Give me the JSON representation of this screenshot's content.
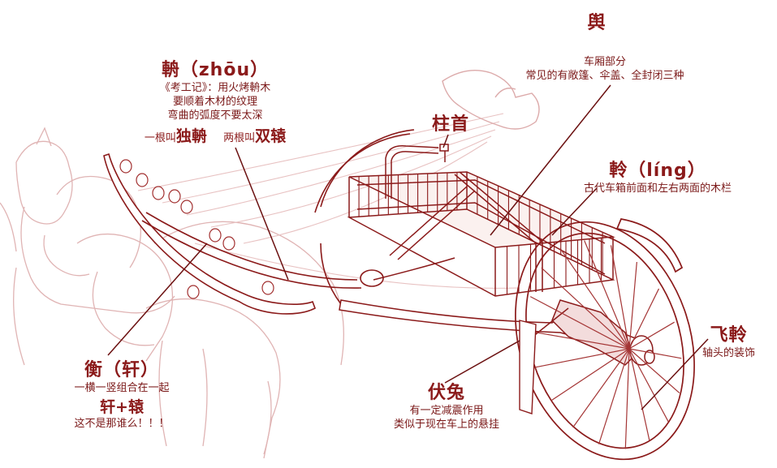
{
  "labels": {
    "yu": {
      "title": "舆",
      "lines": [
        "车厢部分",
        "常见的有敞篷、伞盖、全封闭三种"
      ]
    },
    "zhou": {
      "title": "輈（zhōu）",
      "lines": [
        "《考工记》：用火烤輈木",
        "要顺着木材的纹理",
        "弯曲的弧度不要太深"
      ],
      "single_prefix": "一根叫",
      "single_term": "独輈",
      "double_prefix": "两根叫",
      "double_term": "双辕"
    },
    "zhushou": {
      "title": "柱首"
    },
    "ling": {
      "title": "軨（líng）",
      "lines": [
        "古代车箱前面和左右两面的木栏"
      ]
    },
    "heng": {
      "title": "衡（轩）",
      "line1": "一横一竖组合在一起",
      "formula": "轩+辕",
      "line2": "这不是那谁么！！！"
    },
    "futu": {
      "title": "伏兔",
      "lines": [
        "有一定减震作用",
        "类似于现在车上的悬挂"
      ]
    },
    "feiling": {
      "title": "飞軨",
      "lines": [
        "轴头的装饰"
      ]
    }
  },
  "colors": {
    "ink": "#8b1a1a",
    "faint": "#e3bcbc",
    "fill": "#f6e3e0"
  }
}
